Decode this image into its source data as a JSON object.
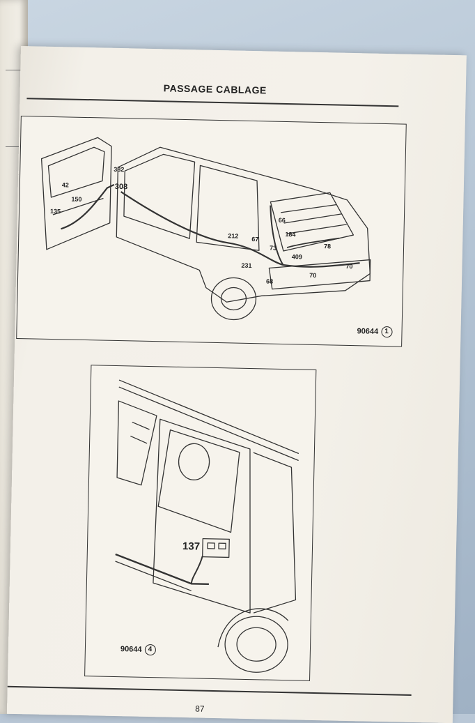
{
  "page": {
    "title": "PASSAGE CABLAGE",
    "page_number": "87"
  },
  "figure1": {
    "ref_number": "90644",
    "ref_circle": "1",
    "callouts": [
      "382",
      "308",
      "42",
      "150",
      "135",
      "66",
      "212",
      "67",
      "184",
      "73",
      "78",
      "409",
      "231",
      "68",
      "70",
      "70"
    ]
  },
  "figure2": {
    "ref_number": "90644",
    "ref_circle": "4",
    "callouts": [
      "137"
    ]
  }
}
